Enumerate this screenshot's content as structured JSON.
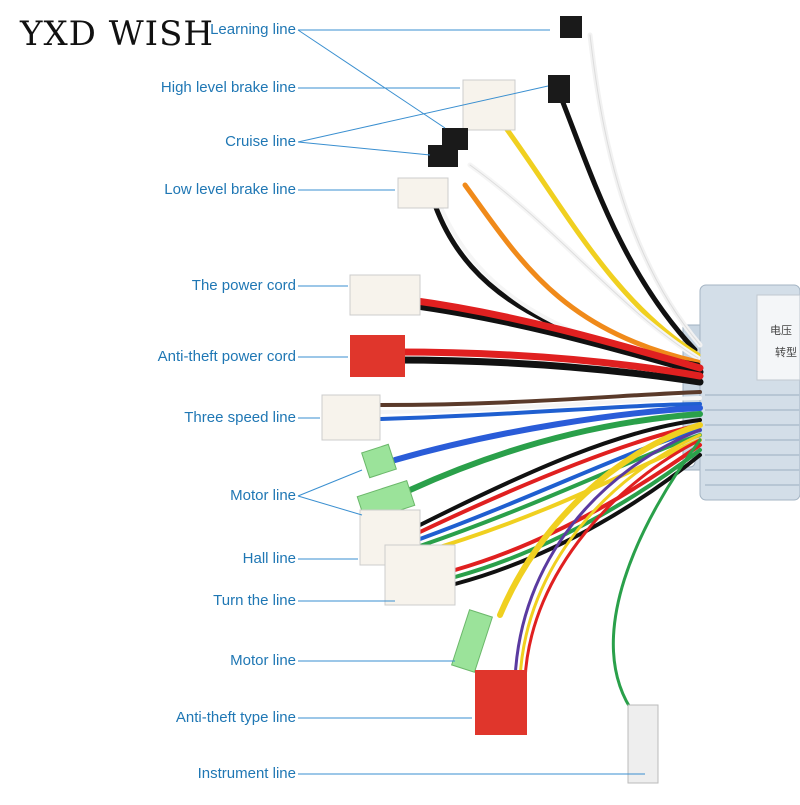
{
  "brand": "YXD WISH",
  "colors": {
    "label_text": "#1f77b4",
    "leader_line": "#3a8fd0",
    "controller_body": "#cfdbe6",
    "connector_red": "#e0362c",
    "connector_green": "#9be39a"
  },
  "labels": {
    "learning_line": "Learning line",
    "high_level_brake_line": "High level brake line",
    "cruise_line": "Cruise line",
    "low_level_brake_line": "Low level brake line",
    "power_cord": "The power cord",
    "anti_theft_power_cord": "Anti-theft power cord",
    "three_speed_line": "Three speed line",
    "motor_line_upper": "Motor line",
    "hall_line": "Hall line",
    "turn_the_line": "Turn the line",
    "motor_line_lower": "Motor line",
    "anti_theft_type_line": "Anti-theft type line",
    "instrument_line": "Instrument line"
  },
  "controller": {
    "sticker_line1": "电压",
    "sticker_line2": "转型"
  }
}
